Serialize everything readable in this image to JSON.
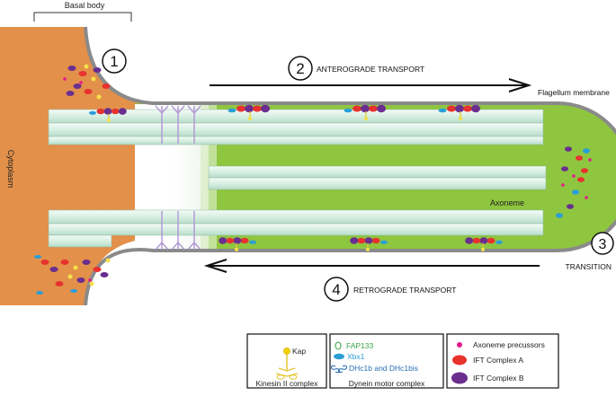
{
  "labels": {
    "basal_body": "Basal body",
    "cytoplasm": "Cytoplasm",
    "flagellum_membrane": "Flagellum membrane",
    "axoneme": "Axoneme",
    "transition": "TRANSITION"
  },
  "steps": {
    "s1": "1",
    "s2": "2",
    "s3": "3",
    "s4": "4",
    "anterograde": "ANTEROGRADE TRANSPORT",
    "retrograde": "RETROGRADE TRANSPORT"
  },
  "legend": {
    "kinesin": {
      "kap": "Kap",
      "title": "Kinesin II complex"
    },
    "dynein": {
      "fap133": "FAP133",
      "xbx1": "Xbx1",
      "dhc": "DHc1b and DHc1bis",
      "title": "Dynein motor complex"
    },
    "ift": {
      "precursors": "Axoneme precussors",
      "complex_a": "IFT Complex A",
      "complex_b": "IFT Complex B"
    }
  },
  "colors": {
    "cytoplasm": "#e2904a",
    "flagellum": "#8ec63f",
    "membrane": "#8a8a8a",
    "tubule": "#dff2e8",
    "ift_a": "#e8322e",
    "ift_b": "#6a2e8f",
    "precursor": "#e6198c",
    "kinesin": "#f5e04a",
    "dynein": "#2a9fd6",
    "fap133_text": "#3aa64a",
    "xbx1_text": "#2a9fd6",
    "dhc_text": "#2a6fb5"
  }
}
